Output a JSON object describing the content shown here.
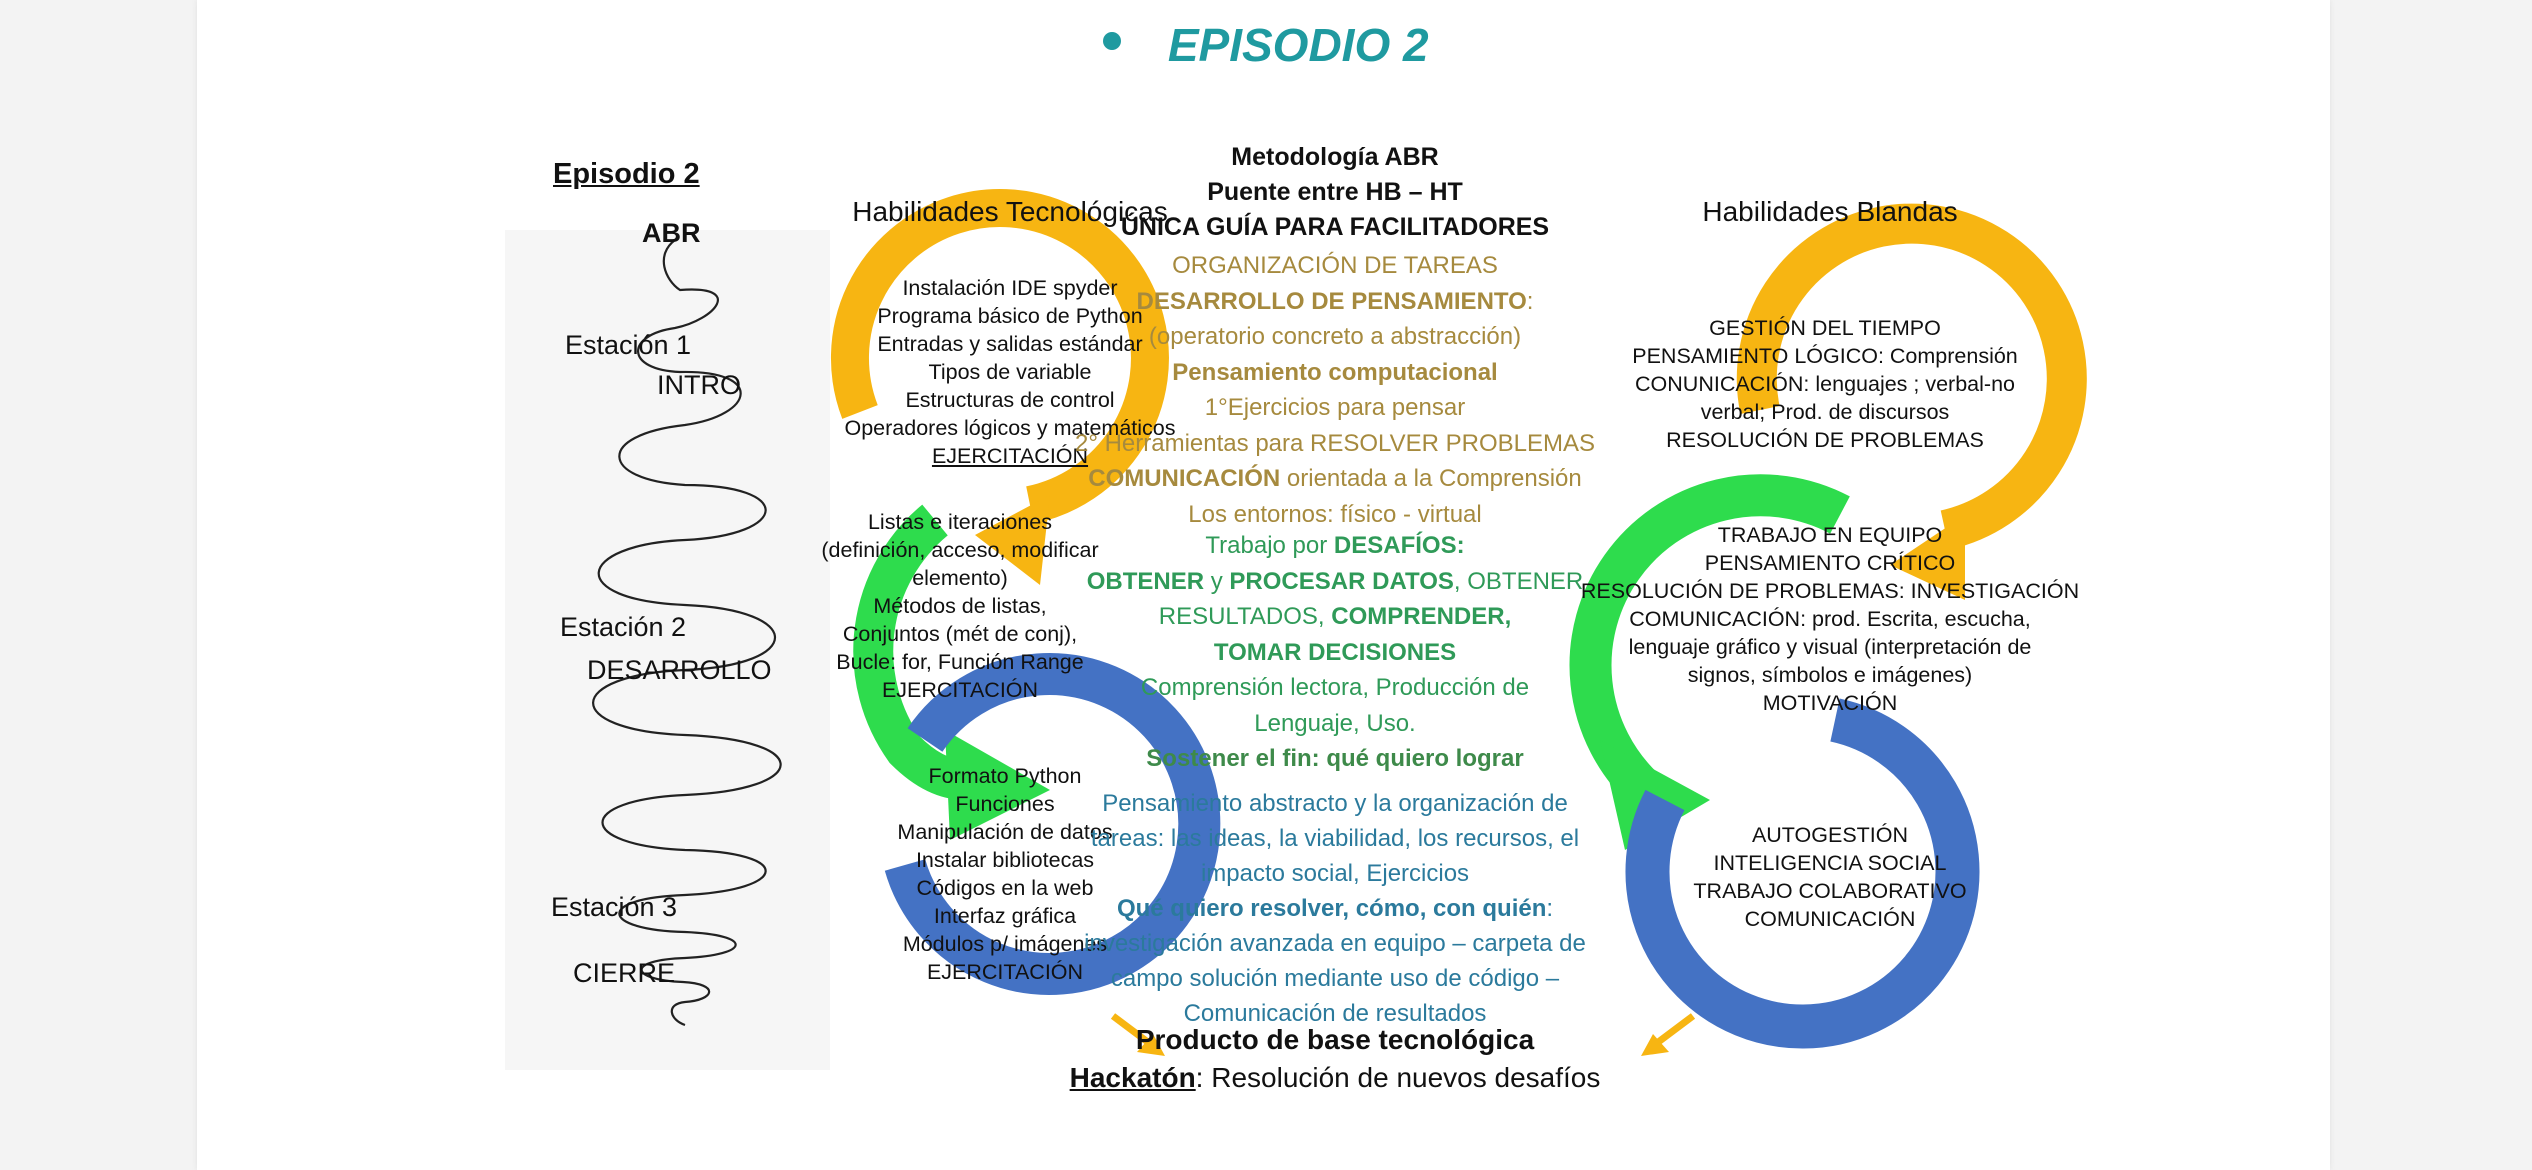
{
  "heading": {
    "title": "EPISODIO 2",
    "bullet_color": "#1f9aa0"
  },
  "left": {
    "episode": "Episodio 2",
    "abr": "ABR",
    "station1": "Estación 1",
    "station1_sub": "INTRO",
    "station2": "Estación 2",
    "station2_sub": "DESARROLLO",
    "station3": "Estación 3",
    "station3_sub": "CIERRE"
  },
  "tech": {
    "title": "Habilidades Tecnológicas",
    "yellow_items": [
      "Instalación IDE spyder",
      "Programa básico de Python",
      "Entradas y salidas estándar",
      "Tipos de variable",
      "Estructuras de control",
      "Operadores lógicos y matemáticos"
    ],
    "yellow_exercise": "EJERCITACIÓN",
    "green_items": [
      "Listas e iteraciones",
      "(definición, acceso, modificar",
      "elemento)",
      "Métodos de listas,",
      "Conjuntos (mét de conj),",
      "Bucle: for, Función Range",
      "EJERCITACIÓN"
    ],
    "blue_items": [
      "Formato Python",
      "Funciones",
      "Manipulación de datos",
      "Instalar bibliotecas",
      "Códigos en la web",
      "Interfaz gráfica",
      "Módulos p/ imágenes",
      "EJERCITACIÓN"
    ]
  },
  "center": {
    "header1": "Metodología ABR",
    "header2": "Puente entre HB – HT",
    "header3": "ÚNICA GUÍA PARA FACILITADORES",
    "o1": "ORGANIZACIÓN DE TAREAS",
    "o2a": "DESARROLLO DE PENSAMIENTO",
    "o2b": ":",
    "o3": "(operatorio concreto a abstracción)",
    "o4": "Pensamiento computacional",
    "o5": "1°Ejercicios para pensar",
    "o6": "2° Herramientas para RESOLVER PROBLEMAS",
    "o7a": "COMUNICACIÓN",
    "o7b": " orientada a la Comprensión",
    "o8": "Los entornos: físico - virtual",
    "g1a": "Trabajo por ",
    "g1b": "DESAFÍOS:",
    "g2a": "OBTENER",
    "g2b": " y ",
    "g2c": "PROCESAR DATOS",
    "g2d": ", OBTENER",
    "g3a": "RESULTADOS, ",
    "g3b": "COMPRENDER,",
    "g4": "TOMAR DECISIONES",
    "g5": "Comprensión lectora, Producción de",
    "g6": "Lenguaje, Uso.",
    "g7": "Sostener el fin: qué quiero lograr",
    "b1": "Pensamiento abstracto y la organización de",
    "b2": "tareas: las ideas, la viabilidad, los recursos, el",
    "b3": "impacto social, Ejercicios",
    "b4a": "Qué quiero resolver, cómo, con quién",
    "b4b": ":",
    "b5": "investigación avanzada en equipo – carpeta de",
    "b6": "campo solución mediante uso de código –",
    "b7": "Comunicación de resultados",
    "product": "Producto de base tecnológica",
    "hack_a": "Hackatón",
    "hack_b": ": Resolución de nuevos desafíos"
  },
  "soft": {
    "title": "Habilidades Blandas",
    "yellow_items": [
      "GESTIÓN DEL TIEMPO",
      "PENSAMIENTO LÓGICO: Comprensión",
      "CONUNICACIÓN: lenguajes ; verbal-no",
      "verbal; Prod. de discursos",
      "RESOLUCIÓN DE PROBLEMAS"
    ],
    "green_items": [
      "TRABAJO EN EQUIPO",
      "PENSAMIENTO CRÍTICO",
      "RESOLUCIÓN DE PROBLEMAS: INVESTIGACIÓN",
      "COMUNICACIÓN: prod. Escrita,  escucha,",
      "lenguaje gráfico y visual (interpretación de",
      "signos, símbolos e imágenes)",
      "MOTIVACIÓN"
    ],
    "blue_items": [
      "AUTOGESTIÓN",
      "INTELIGENCIA SOCIAL",
      "TRABAJO COLABORATIVO",
      "COMUNICACIÓN"
    ]
  },
  "colors": {
    "yellow": "#f7b512",
    "green": "#2edc4d",
    "blue": "#4472c4",
    "teal": "#1f9aa0",
    "olive": "#a68a3e",
    "greentext": "#2f9a58",
    "bluetext": "#2b7a9c"
  }
}
